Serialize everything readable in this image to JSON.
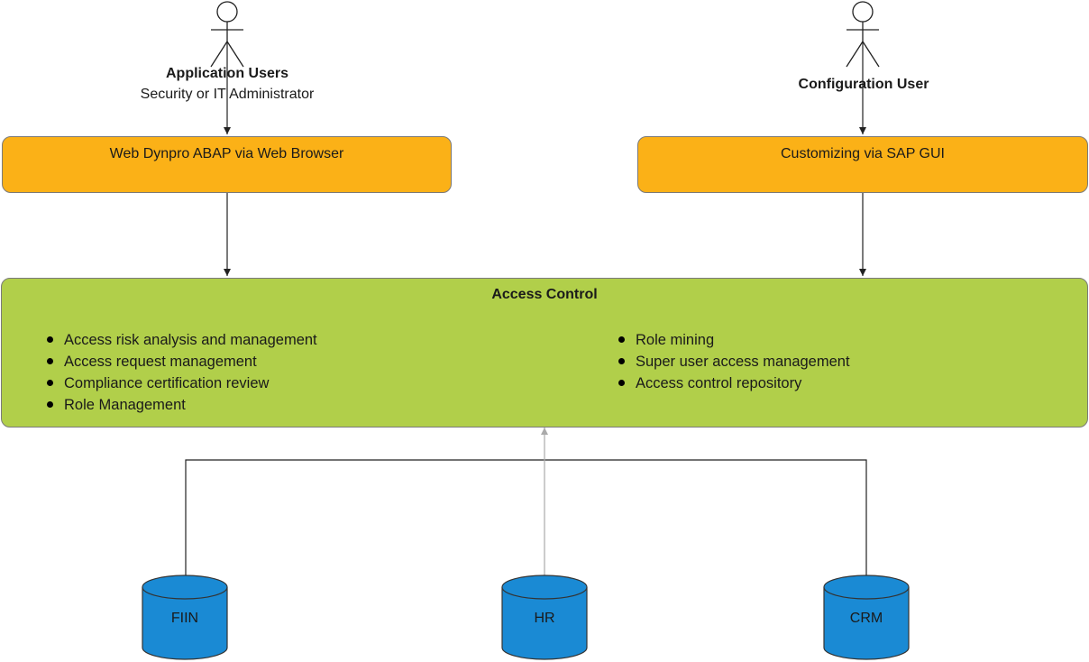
{
  "actors": {
    "app_users": {
      "title": "Application Users",
      "subtitle": "Security or IT Administrator"
    },
    "config_user": {
      "title": "Configuration User"
    }
  },
  "interfaces": {
    "web_dynpro": "Web Dynpro ABAP via Web Browser",
    "sap_gui": "Customizing via SAP GUI"
  },
  "access_control": {
    "title": "Access Control",
    "left_items": [
      "Access risk analysis and management",
      "Access request management",
      "Compliance certification review",
      "Role Management"
    ],
    "right_items": [
      "Role mining",
      "Super user access management",
      "Access control repository"
    ]
  },
  "databases": [
    "FIIN",
    "HR",
    "CRM"
  ],
  "colors": {
    "interface_fill": "#fbb117",
    "access_control_fill": "#b1cf4a",
    "database_fill": "#1a8ad4"
  }
}
